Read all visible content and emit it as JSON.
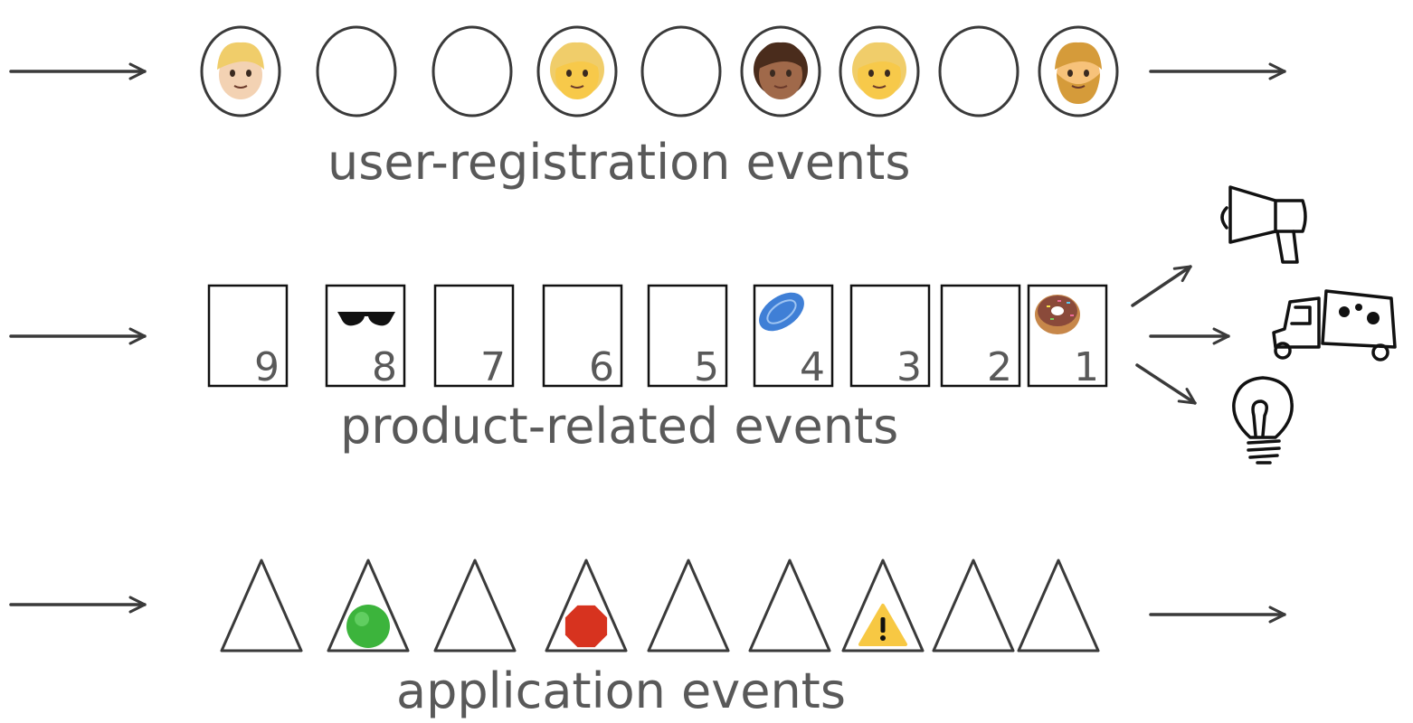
{
  "labels": {
    "user": "user-registration events",
    "product": "product-related events",
    "application": "application events"
  },
  "colors": {
    "stroke": "#3a3a3a",
    "text": "#595959",
    "skin_light": "#f3d2b3",
    "skin_medium": "#a0694a",
    "hair_blond": "#f0cd6a",
    "hair_brown": "#4a2c1c",
    "beard": "#d59b3a",
    "green": "#3cb43c",
    "red": "#d7331f",
    "yellow": "#f7c843",
    "blue": "#3f7fd6",
    "donut": "#c7874a"
  },
  "user_events": [
    {
      "icon": "man-blond-icon"
    },
    {
      "icon": ""
    },
    {
      "icon": ""
    },
    {
      "icon": "woman-ponytail-icon"
    },
    {
      "icon": ""
    },
    {
      "icon": "woman-brown-hair-icon"
    },
    {
      "icon": "girl-blond-icon"
    },
    {
      "icon": ""
    },
    {
      "icon": "man-beard-icon"
    }
  ],
  "product_events": [
    {
      "number": "9",
      "icon": ""
    },
    {
      "number": "8",
      "icon": "sunglasses-icon"
    },
    {
      "number": "7",
      "icon": ""
    },
    {
      "number": "6",
      "icon": ""
    },
    {
      "number": "5",
      "icon": ""
    },
    {
      "number": "4",
      "icon": "frisbee-icon"
    },
    {
      "number": "3",
      "icon": ""
    },
    {
      "number": "2",
      "icon": ""
    },
    {
      "number": "1",
      "icon": "donut-icon"
    }
  ],
  "application_events": [
    {
      "icon": ""
    },
    {
      "icon": "green-circle-icon"
    },
    {
      "icon": ""
    },
    {
      "icon": "stop-sign-icon"
    },
    {
      "icon": ""
    },
    {
      "icon": ""
    },
    {
      "icon": "warning-icon"
    },
    {
      "icon": ""
    },
    {
      "icon": ""
    }
  ],
  "consumers": [
    "megaphone-icon",
    "delivery-truck-icon",
    "lightbulb-icon"
  ]
}
